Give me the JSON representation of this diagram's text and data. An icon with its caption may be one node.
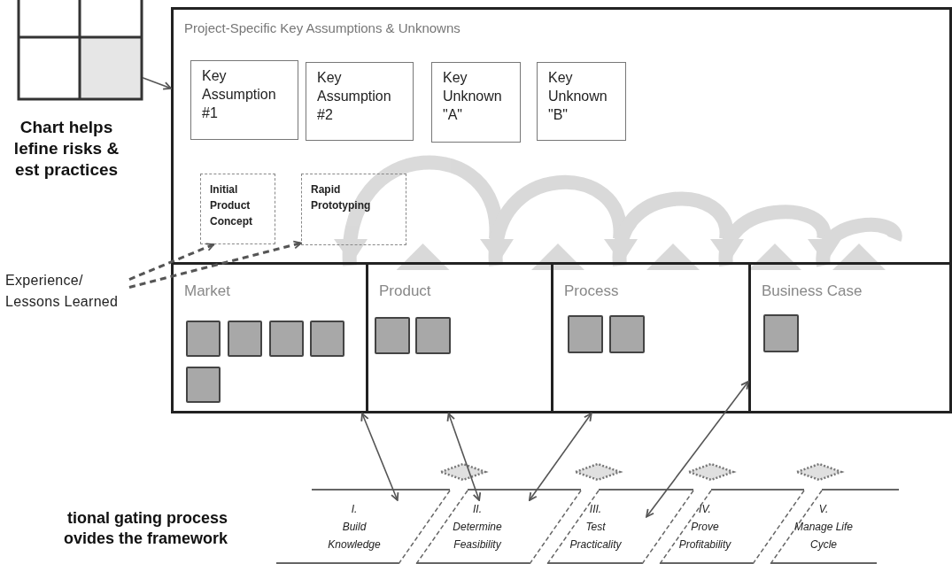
{
  "diagram": {
    "nodes": [
      {
        "text": [],
        "shape": "box"
      },
      {
        "text": [
          "Project-Specific Key Assumptions & Unknowns"
        ]
      },
      {
        "text": [
          "Key Assumption #1"
        ],
        "in": 1
      },
      {
        "text": [
          "Key Assumption #2"
        ],
        "in": 1
      },
      {
        "text": [
          "Key Unknown \"A\""
        ],
        "in": 1
      },
      {
        "text": [
          "Key Unknown \"B\""
        ],
        "in": 1
      },
      {
        "text": [
          "Initial Product Concept"
        ],
        "in": 1
      },
      {
        "text": [
          "Rapid Prototyping"
        ],
        "in": 1
      },
      {
        "text": [
          "Experience/ Lessons Learned"
        ]
      },
      {
        "text": [
          "Market"
        ],
        "in": 1
      },
      {
        "text": [],
        "shape": "box",
        "in": 9
      },
      {
        "text": [],
        "shape": "box",
        "in": 9
      },
      {
        "text": [],
        "shape": "box",
        "in": 9
      },
      {
        "text": [],
        "shape": "box",
        "in": 9
      },
      {
        "text": [],
        "shape": "box",
        "in": 9
      },
      {
        "text": [
          "Product"
        ],
        "in": 1
      },
      {
        "text": [],
        "shape": "box",
        "in": 15
      },
      {
        "text": [],
        "shape": "box",
        "in": 15
      },
      {
        "text": [
          "Process"
        ],
        "in": 1
      },
      {
        "text": [],
        "shape": "box",
        "in": 18
      },
      {
        "text": [],
        "shape": "box",
        "in": 18
      },
      {
        "text": [
          "Business Case"
        ],
        "in": 1
      },
      {
        "text": [],
        "shape": "box",
        "in": 21
      },
      {
        "text": [],
        "shape": "diamond"
      },
      {
        "text": [],
        "shape": "diamond"
      },
      {
        "text": [],
        "shape": "diamond"
      },
      {
        "text": [],
        "shape": "diamond"
      },
      {
        "text": [
          "I.",
          "Build Knowledge"
        ]
      },
      {
        "text": [
          "II.",
          "Determine Feasibility"
        ]
      },
      {
        "text": [
          "III.",
          "Test Practicality"
        ]
      },
      {
        "text": [
          "IV.",
          "Prove Profitability"
        ]
      },
      {
        "text": [
          "V.",
          "Manage Life Cycle"
        ]
      }
    ],
    "edges": [
      {
        "from": 0,
        "to": 1,
        "arrow": "to"
      },
      {
        "from": 8,
        "to": 6,
        "arrow": "to",
        "style": "dashed"
      },
      {
        "from": 8,
        "to": 7,
        "arrow": "to",
        "style": "dashed"
      },
      {
        "from": 27,
        "to": 9,
        "arrow": "both"
      },
      {
        "from": 28,
        "to": 15,
        "arrow": "both"
      },
      {
        "from": 28,
        "to": 18,
        "arrow": "both"
      },
      {
        "from": 29,
        "to": 21,
        "arrow": "both"
      }
    ],
    "labels": [
      "Chart helps lefine risks & est practices",
      "tional gating process ovides the framework"
    ]
  }
}
